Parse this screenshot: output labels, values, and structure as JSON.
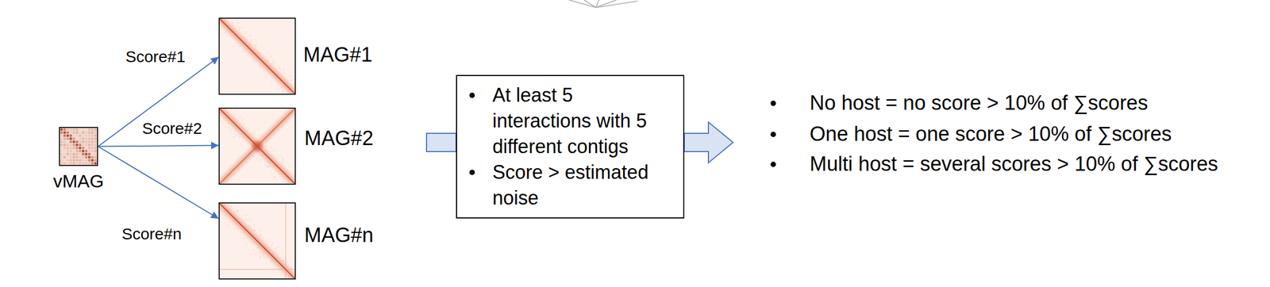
{
  "diagram": {
    "nodes": [
      {
        "text": [
          "vMAG"
        ]
      },
      {
        "text": [
          "MAG#1"
        ]
      },
      {
        "text": [
          "MAG#2"
        ]
      },
      {
        "text": [
          "MAG#n"
        ]
      },
      {
        "text": [
          "At least 5 interactions with 5 different contigs",
          "Score > estimated noise"
        ]
      }
    ],
    "edges": [
      {
        "from": 0,
        "to": 1,
        "arrow": "to",
        "label": "Score#1"
      },
      {
        "from": 0,
        "to": 2,
        "arrow": "to",
        "label": "Score#2"
      },
      {
        "from": 0,
        "to": 3,
        "arrow": "to",
        "label": "Score#n"
      }
    ],
    "labels": [
      "No host = no score > 10% of ∑scores",
      "One host = one score > 10% of ∑scores",
      "Multi host = several scores > 10% of ∑scores"
    ]
  }
}
